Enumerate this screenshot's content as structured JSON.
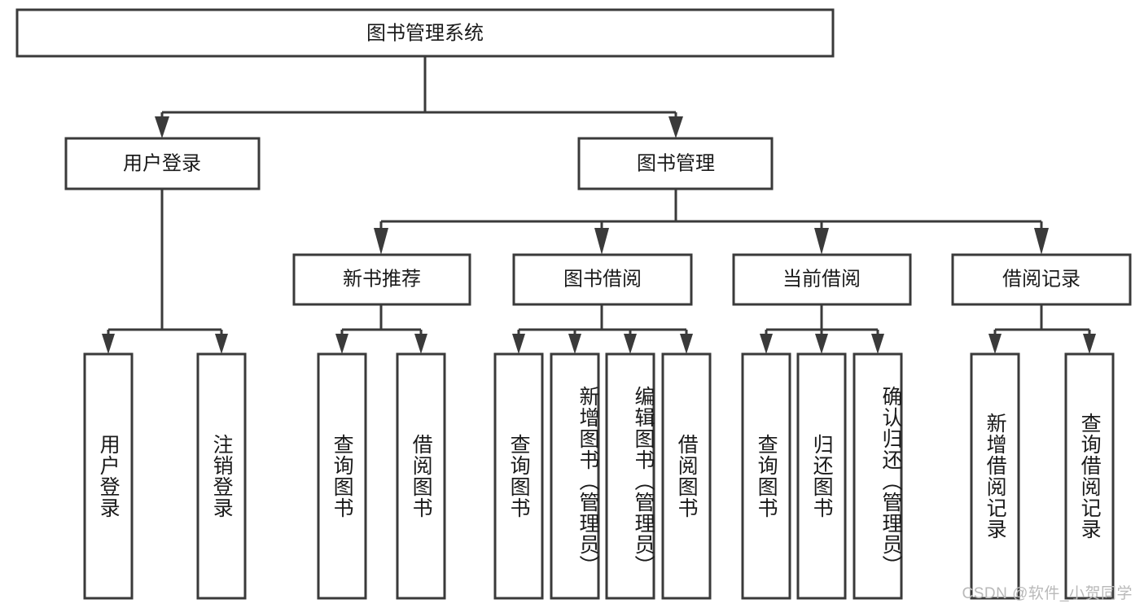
{
  "diagram": {
    "title": "图书管理系统",
    "type": "tree-hierarchy-chart",
    "root": {
      "id": "root",
      "label": "图书管理系统"
    },
    "level2": [
      {
        "id": "user-login",
        "label": "用户登录"
      },
      {
        "id": "book-management",
        "label": "图书管理"
      }
    ],
    "level3": [
      {
        "id": "new-book-recommend",
        "label": "新书推荐",
        "parent": "book-management"
      },
      {
        "id": "book-borrow",
        "label": "图书借阅",
        "parent": "book-management"
      },
      {
        "id": "current-borrow",
        "label": "当前借阅",
        "parent": "book-management"
      },
      {
        "id": "borrow-record",
        "label": "借阅记录",
        "parent": "book-management"
      }
    ],
    "leaves": {
      "user-login": [
        {
          "id": "leaf-user-login",
          "label": "用户登录"
        },
        {
          "id": "leaf-logout-login",
          "label": "注销登录"
        }
      ],
      "new-book-recommend": [
        {
          "id": "leaf-query-book-1",
          "label": "查询图书"
        },
        {
          "id": "leaf-borrow-book-1",
          "label": "借阅图书"
        }
      ],
      "book-borrow": [
        {
          "id": "leaf-query-book-2",
          "label": "查询图书"
        },
        {
          "id": "leaf-add-book",
          "label": "新增图书（管理员）"
        },
        {
          "id": "leaf-edit-book",
          "label": "编辑图书（管理员）"
        },
        {
          "id": "leaf-borrow-book-2",
          "label": "借阅图书"
        }
      ],
      "current-borrow": [
        {
          "id": "leaf-query-book-3",
          "label": "查询图书"
        },
        {
          "id": "leaf-return-book",
          "label": "归还图书"
        },
        {
          "id": "leaf-confirm-return",
          "label": "确认归还（管理员）"
        }
      ],
      "borrow-record": [
        {
          "id": "leaf-add-record",
          "label": "新增借阅记录"
        },
        {
          "id": "leaf-query-record",
          "label": "查询借阅记录"
        }
      ]
    },
    "watermark": "CSDN @软件_小贺同学",
    "colors": {
      "stroke": "#3a3a3a",
      "fill": "#ffffff",
      "text": "#1a1a1a",
      "watermark": "#b9b9b9"
    }
  }
}
